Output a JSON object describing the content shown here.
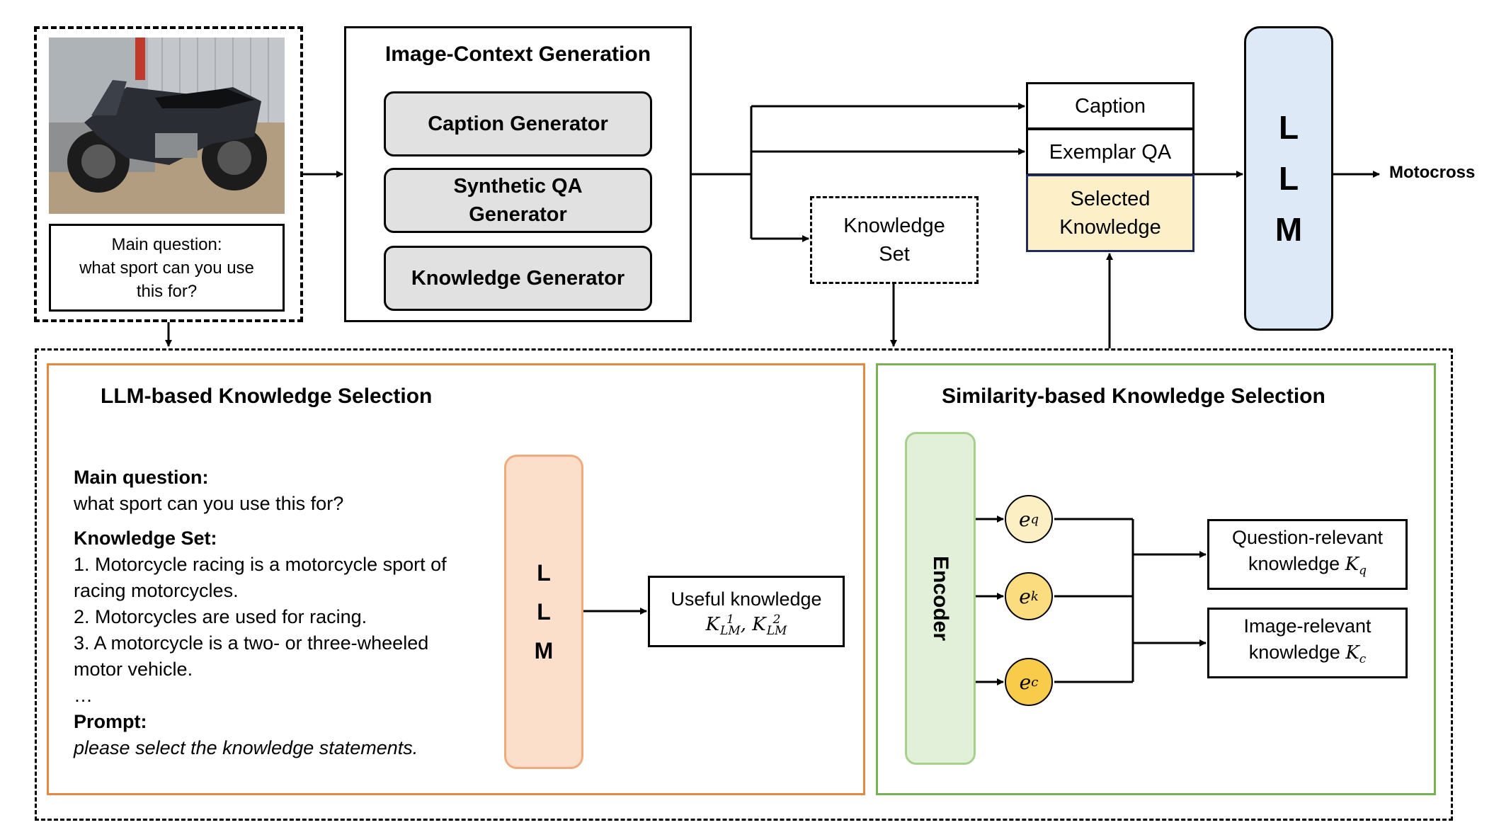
{
  "input": {
    "photo_icon": "motorcycle-photo",
    "question_label": "Main question:",
    "question_line1": "what sport can you use",
    "question_line2": "this for?"
  },
  "image_context_generation": {
    "title": "Image-Context Generation",
    "caption_generator": "Caption Generator",
    "synthetic_qa_line1": "Synthetic QA",
    "synthetic_qa_line2": "Generator",
    "knowledge_generator": "Knowledge Generator"
  },
  "knowledge_set": {
    "line1": "Knowledge",
    "line2": "Set"
  },
  "context": {
    "caption": "Caption",
    "exemplar_qa": "Exemplar QA",
    "selected_line1": "Selected",
    "selected_line2": "Knowledge"
  },
  "llm_main": {
    "l1": "L",
    "l2": "L",
    "l3": "M"
  },
  "answer": "Motocross",
  "llm_selection": {
    "title": "LLM-based Knowledge Selection",
    "main_question_label": "Main question:",
    "main_question": "what sport can you use this for?",
    "knowledge_set_label": "Knowledge Set:",
    "k1_line1": "1. Motorcycle racing is a motorcycle sport of",
    "k1_line2": "racing motorcycles.",
    "k2": "2. Motorcycles are used for racing.",
    "k3_line1": "3. A motorcycle is a two- or three-wheeled",
    "k3_line2": "motor vehicle.",
    "ellipsis": "…",
    "prompt_label": "Prompt:",
    "prompt": "please select the knowledge statements.",
    "llm": {
      "l1": "L",
      "l2": "L",
      "l3": "M"
    },
    "useful_label": "Useful knowledge",
    "k_sym": "K",
    "k_sub": "LM",
    "k1_sup": "1",
    "k2_sup": "2",
    "sep": ", "
  },
  "similarity_selection": {
    "title": "Similarity-based Knowledge Selection",
    "encoder": "Encoder",
    "e_sym": "e",
    "eq_sub": "q",
    "ek_sub": "k",
    "ec_sub": "c",
    "question_relevant_line1": "Question-relevant",
    "question_relevant_line2": "knowledge",
    "image_relevant_line1": "Image-relevant",
    "image_relevant_line2": "knowledge",
    "k_sym": "K",
    "kq_sub": "q",
    "kc_sub": "c"
  },
  "colors": {
    "generator_fill": "#e1e1e1",
    "selected_fill": "#fdf0c8",
    "llm_main_fill": "#dde9f6",
    "llm_small_fill": "#fbdfcb",
    "llm_panel_border": "#e58a3c",
    "sim_panel_border": "#77b255",
    "encoder_fill": "#e2efd9",
    "eq_fill": "#fdefc4",
    "ek_fill": "#fbdc7e",
    "ec_fill": "#f9cb4b"
  }
}
